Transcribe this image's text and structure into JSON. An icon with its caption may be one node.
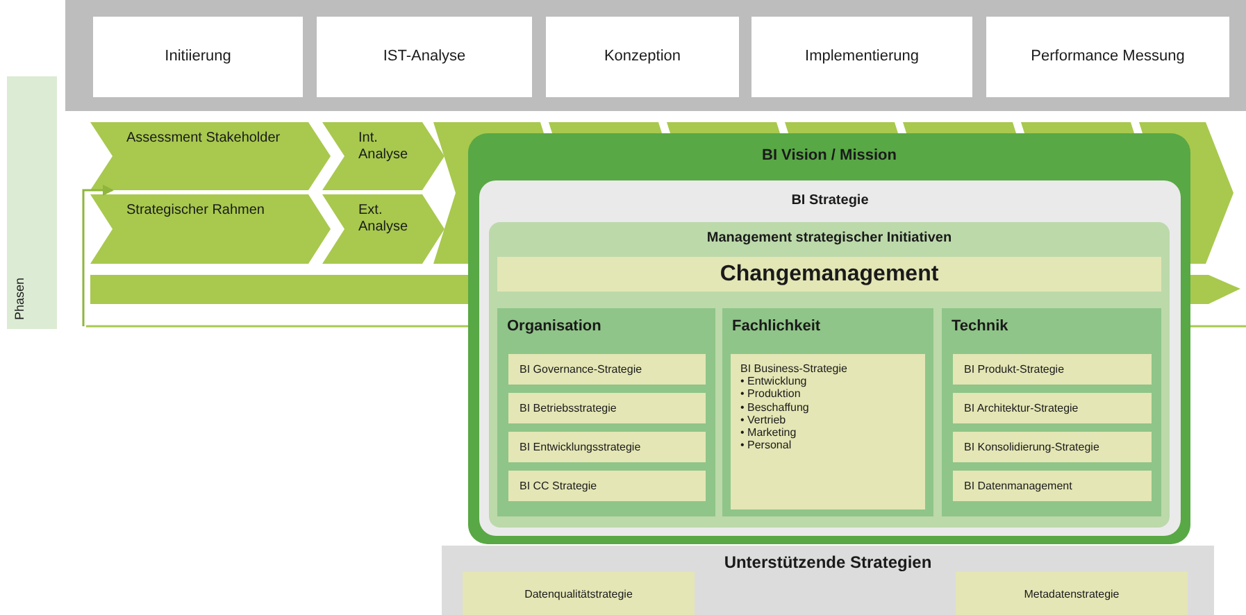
{
  "diagram": {
    "nodes": [
      {
        "text": [
          "Phasen"
        ]
      },
      {
        "text": [
          "Initiierung"
        ]
      },
      {
        "text": [
          "IST-Analyse"
        ]
      },
      {
        "text": [
          "Konzeption"
        ]
      },
      {
        "text": [
          "Implementierung"
        ]
      },
      {
        "text": [
          "Performance Messung"
        ]
      },
      {
        "text": [
          "Assessment Stakeholder"
        ]
      },
      {
        "text": [
          "Strategischer Rahmen"
        ]
      },
      {
        "text": [
          "Int. Analyse"
        ]
      },
      {
        "text": [
          "Ext. Analyse"
        ]
      },
      {
        "text": [
          "BI Vision / Mission"
        ]
      },
      {
        "text": [
          "BI Strategie"
        ],
        "in": 10
      },
      {
        "text": [
          "Management strategischer Initiativen"
        ],
        "in": 11
      },
      {
        "text": [
          "Changemanagement"
        ],
        "in": 12
      },
      {
        "text": [
          "Organisation"
        ],
        "in": 12
      },
      {
        "text": [
          "BI Governance-Strategie"
        ],
        "in": 14
      },
      {
        "text": [
          "BI Betriebsstrategie"
        ],
        "in": 14
      },
      {
        "text": [
          "BI Entwicklungsstrategie"
        ],
        "in": 14
      },
      {
        "text": [
          "BI CC Strategie"
        ],
        "in": 14
      },
      {
        "text": [
          "Fachlichkeit"
        ],
        "in": 12
      },
      {
        "text": [
          "BI Business-Strategie",
          "• Entwicklung",
          "• Produktion",
          "• Beschaffung",
          "• Vertrieb",
          "• Marketing",
          "• Personal"
        ],
        "in": 19
      },
      {
        "text": [
          "Technik"
        ],
        "in": 12
      },
      {
        "text": [
          "BI Produkt-Strategie"
        ],
        "in": 21
      },
      {
        "text": [
          "BI Architektur-Strategie"
        ],
        "in": 21
      },
      {
        "text": [
          "BI Konsolidierung-Strategie"
        ],
        "in": 21
      },
      {
        "text": [
          "BI Datenmanagement"
        ],
        "in": 21
      },
      {
        "text": [
          "Unterstützende Strategien"
        ]
      },
      {
        "text": [
          "Datenqualitätstrategie"
        ],
        "in": 26
      },
      {
        "text": [
          "Metadatenstrategie"
        ],
        "in": 26
      }
    ],
    "edges": [
      {
        "from": null,
        "to": 6,
        "arrow": "to"
      }
    ]
  }
}
